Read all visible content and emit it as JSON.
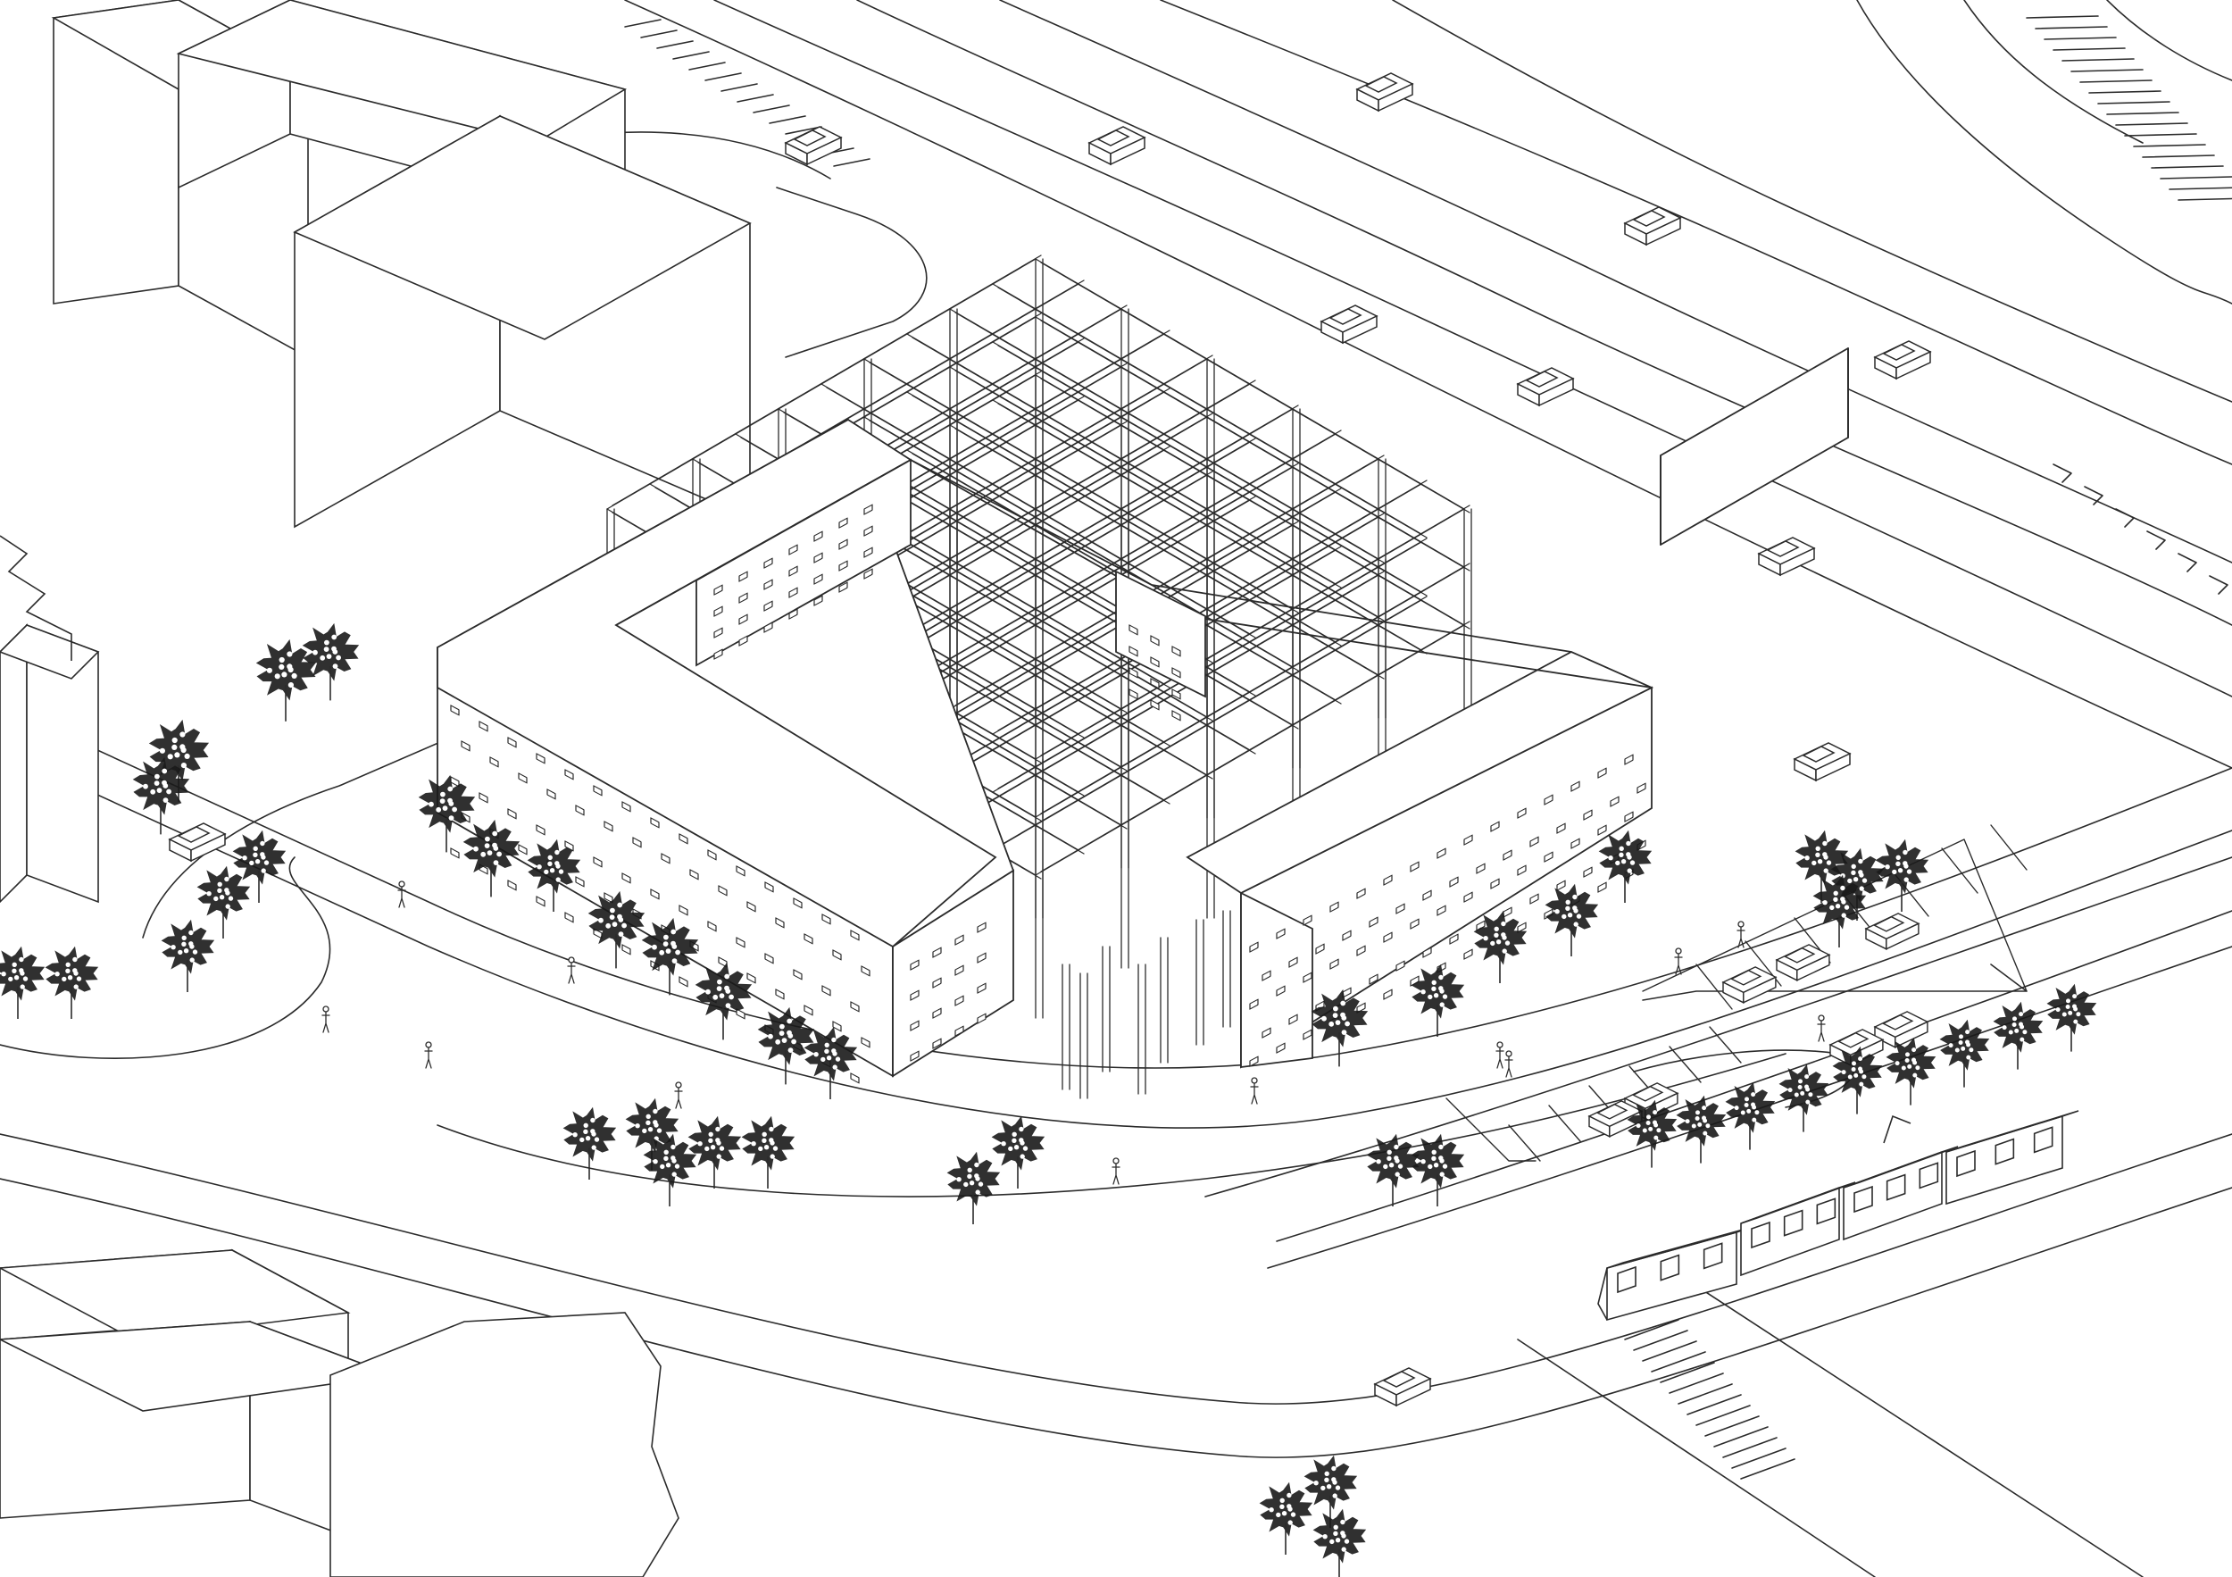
{
  "drawing": {
    "background": "#ffffff",
    "line_color": "#2b2b2b",
    "foliage_color": "#1a1a1a"
  },
  "scene": {
    "vehicles": {
      "cars_on_highway": 10,
      "cars_in_parking": 7,
      "cars_on_local_roads": 4
    },
    "tram": {
      "cars": 4
    },
    "tree_count_approx": 48,
    "pedestrians_approx": 12
  }
}
